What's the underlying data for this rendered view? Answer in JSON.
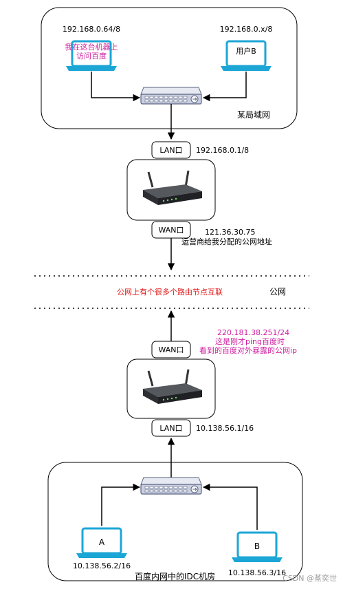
{
  "colors": {
    "laptop": "#1ba6d6",
    "annotation_pink": "#d01fa0",
    "annotation_red": "#e01818",
    "switch_body": "#c9cfe0",
    "line": "#000000"
  },
  "top_lan": {
    "title": "某局域网",
    "host_left_ip": "192.168.0.64/8",
    "host_left_note_line1": "我在这台机器上",
    "host_left_note_line2": "访问百度",
    "host_right_ip": "192.168.0.x/8",
    "host_right_label": "用户B"
  },
  "top_router": {
    "lan_port": "LAN口",
    "lan_ip": "192.168.0.1/8",
    "wan_port": "WAN口",
    "wan_ip": "121.36.30.75",
    "wan_note": "运营商给我分配的公网地址"
  },
  "internet": {
    "note": "公网上有个很多个路由节点互联",
    "label": "公网"
  },
  "bottom_router": {
    "wan_port": "WAN口",
    "wan_ip": "220.181.38.251/24",
    "wan_note_line1": "这是刚才ping百度时",
    "wan_note_line2": "看到的百度对外暴露的公网ip",
    "lan_port": "LAN口",
    "lan_ip": "10.138.56.1/16"
  },
  "bottom_lan": {
    "title": "百度内网中的IDC机房",
    "host_left_label": "A",
    "host_left_ip": "10.138.56.2/16",
    "host_right_label": "B",
    "host_right_ip": "10.138.56.3/16"
  },
  "watermark": "CSDN @蒸奕世"
}
